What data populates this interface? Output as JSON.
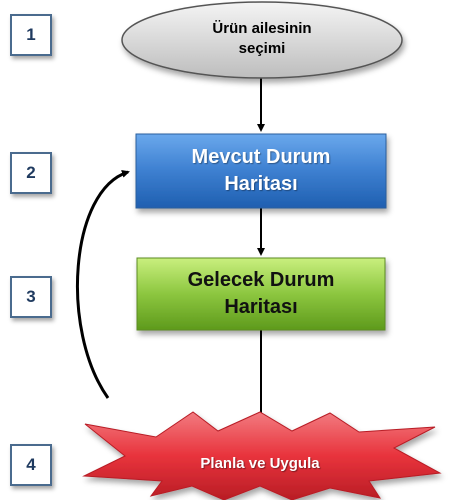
{
  "steps": [
    {
      "number": "1"
    },
    {
      "number": "2"
    },
    {
      "number": "3"
    },
    {
      "number": "4"
    }
  ],
  "nodes": {
    "start": {
      "line1": "Ürün ailesinin",
      "line2": "seçimi"
    },
    "current_state": {
      "line1": "Mevcut Durum",
      "line2": "Haritası"
    },
    "future_state": {
      "line1": "Gelecek Durum",
      "line2": "Haritası"
    },
    "plan": {
      "label": "Planla ve Uygula"
    }
  },
  "colors": {
    "step_border": "#4a6b8e",
    "current_state_fill": "#3d7fd0",
    "future_state_fill": "#8cc63f",
    "plan_fill": "#e8333c"
  }
}
